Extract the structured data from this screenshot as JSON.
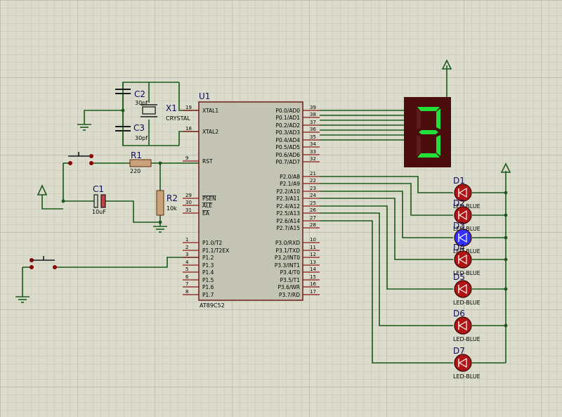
{
  "chip": {
    "ref": "U1",
    "part": "AT89C52",
    "left_pins": [
      {
        "num": "19",
        "name": "XTAL1",
        "overline": false
      },
      {
        "num": "18",
        "name": "XTAL2",
        "overline": false
      },
      {
        "num": "9",
        "name": "RST",
        "overline": false
      },
      {
        "num": "29",
        "name": "PSEN",
        "overline": true
      },
      {
        "num": "30",
        "name": "ALE",
        "overline": true
      },
      {
        "num": "31",
        "name": "EA",
        "overline": true
      },
      {
        "num": "1",
        "name": "P1.0/T2",
        "overline": false
      },
      {
        "num": "2",
        "name": "P1.1/T2EX",
        "overline": false
      },
      {
        "num": "3",
        "name": "P1.2",
        "overline": false
      },
      {
        "num": "4",
        "name": "P1.3",
        "overline": false
      },
      {
        "num": "5",
        "name": "P1.4",
        "overline": false
      },
      {
        "num": "6",
        "name": "P1.5",
        "overline": false
      },
      {
        "num": "7",
        "name": "P1.6",
        "overline": false
      },
      {
        "num": "8",
        "name": "P1.7",
        "overline": false
      }
    ],
    "right_pins": [
      {
        "num": "39",
        "name": "P0.0/AD0"
      },
      {
        "num": "38",
        "name": "P0.1/AD1"
      },
      {
        "num": "37",
        "name": "P0.2/AD2"
      },
      {
        "num": "36",
        "name": "P0.3/AD3"
      },
      {
        "num": "35",
        "name": "P0.4/AD4"
      },
      {
        "num": "34",
        "name": "P0.5/AD5"
      },
      {
        "num": "33",
        "name": "P0.6/AD6"
      },
      {
        "num": "32",
        "name": "P0.7/AD7"
      },
      {
        "num": "21",
        "name": "P2.0/A8"
      },
      {
        "num": "22",
        "name": "P2.1/A9"
      },
      {
        "num": "23",
        "name": "P2.2/A10"
      },
      {
        "num": "24",
        "name": "P2.3/A11"
      },
      {
        "num": "25",
        "name": "P2.4/A12"
      },
      {
        "num": "26",
        "name": "P2.5/A13"
      },
      {
        "num": "27",
        "name": "P2.6/A14"
      },
      {
        "num": "28",
        "name": "P2.7/A15"
      },
      {
        "num": "10",
        "name": "P3.0/RXD"
      },
      {
        "num": "11",
        "name": "P3.1/TXD"
      },
      {
        "num": "12",
        "name": "P3.2/INT0"
      },
      {
        "num": "13",
        "name": "P3.3/INT1"
      },
      {
        "num": "14",
        "name": "P3.4/T0"
      },
      {
        "num": "15",
        "name": "P3.5/T1"
      },
      {
        "num": "16",
        "name": "P3.6/WR"
      },
      {
        "num": "17",
        "name": "P3.7/RD"
      }
    ]
  },
  "components": {
    "c2_ref": "C2",
    "c2_value": "30pf",
    "c3_ref": "C3",
    "c3_value": "30pf",
    "x1_ref": "X1",
    "x1_value": "CRYSTAL",
    "r1_ref": "R1",
    "r1_value": "220",
    "r2_ref": "R2",
    "r2_value": "10k",
    "c1_ref": "C1",
    "c1_value": "10uF"
  },
  "display": {
    "digit": "3",
    "color": "#22e03a",
    "body_color": "#4a0c0c"
  },
  "leds": [
    {
      "ref": "D1",
      "value": "LED-BLUE",
      "lit": false
    },
    {
      "ref": "D2",
      "value": "LED-BLUE",
      "lit": false
    },
    {
      "ref": "D3",
      "value": "LED-BLUE",
      "lit": true
    },
    {
      "ref": "D4",
      "value": "LED-BLUE",
      "lit": false
    },
    {
      "ref": "D5",
      "value": "LED-BLUE",
      "lit": false
    },
    {
      "ref": "D6",
      "value": "LED-BLUE",
      "lit": false
    },
    {
      "ref": "D7",
      "value": "LED-BLUE",
      "lit": false
    }
  ],
  "colors": {
    "wire": "#1a5a1a",
    "pin": "#8b1a1a",
    "led_off": "#b01414",
    "led_on": "#3030ff"
  }
}
